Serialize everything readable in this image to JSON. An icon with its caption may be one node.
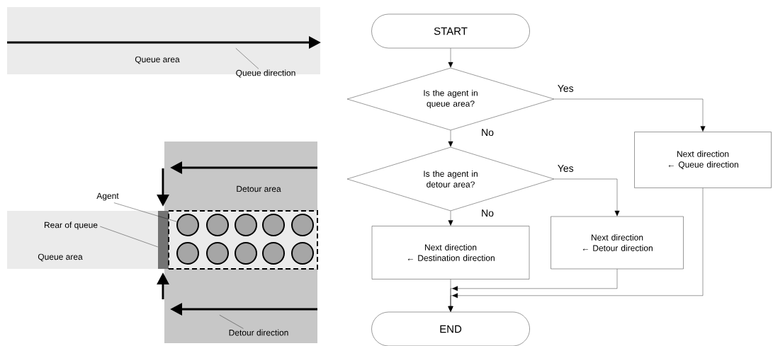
{
  "diagram": {
    "nodes": [
      {
        "text": [
          "Queue area"
        ]
      },
      {
        "text": [],
        "shape": "arrow",
        "in": 0
      },
      {
        "text": [
          "Queue direction"
        ]
      },
      {
        "text": [
          "Detour area"
        ]
      },
      {
        "text": [
          "Agent"
        ]
      },
      {
        "text": [
          "Queue area"
        ]
      },
      {
        "text": [
          "Rear of queue"
        ],
        "in": 5
      },
      {
        "text": [],
        "shape": "bar"
      },
      {
        "text": [],
        "shape": "box",
        "in": 3
      },
      {
        "text": [],
        "shape": "circle",
        "in": 8
      },
      {
        "text": [],
        "shape": "circle",
        "in": 8
      },
      {
        "text": [],
        "shape": "circle",
        "in": 8
      },
      {
        "text": [],
        "shape": "circle",
        "in": 8
      },
      {
        "text": [],
        "shape": "circle",
        "in": 8
      },
      {
        "text": [],
        "shape": "circle",
        "in": 8
      },
      {
        "text": [],
        "shape": "circle",
        "in": 8
      },
      {
        "text": [],
        "shape": "circle",
        "in": 8
      },
      {
        "text": [],
        "shape": "circle",
        "in": 8
      },
      {
        "text": [],
        "shape": "circle",
        "in": 8
      },
      {
        "text": [],
        "shape": "arrow",
        "in": 3
      },
      {
        "text": [
          "Detour direction"
        ],
        "in": 3
      },
      {
        "text": [
          "START"
        ]
      },
      {
        "text": [
          "Is the agent in queue area?"
        ]
      },
      {
        "text": [
          "Is the agent in detour area?"
        ]
      },
      {
        "text": [
          "Next direction ← Queue direction"
        ]
      },
      {
        "text": [
          "Next direction ← Destination direction"
        ]
      },
      {
        "text": [
          "Next direction ← Detour direction"
        ]
      },
      {
        "text": [
          "END"
        ]
      },
      {
        "text": [],
        "shape": "arrow"
      },
      {
        "text": [],
        "shape": "arrow"
      },
      {
        "text": [],
        "shape": "arrow",
        "in": 3
      }
    ],
    "edges": [
      {
        "from": 2,
        "to": 1,
        "arrow": "none"
      },
      {
        "from": 4,
        "to": 9,
        "arrow": "none"
      },
      {
        "from": 6,
        "to": 7,
        "arrow": "none"
      },
      {
        "from": 20,
        "to": 30,
        "arrow": "none"
      },
      {
        "from": 21,
        "to": 22,
        "arrow": "to"
      },
      {
        "from": 22,
        "to": 24,
        "arrow": "to",
        "label": "Yes"
      },
      {
        "from": 22,
        "to": 23,
        "arrow": "to",
        "label": "No"
      },
      {
        "from": 23,
        "to": 26,
        "arrow": "to",
        "label": "Yes"
      },
      {
        "from": 23,
        "to": 25,
        "arrow": "to",
        "label": "No"
      },
      {
        "from": 25,
        "to": 27,
        "arrow": "to"
      },
      {
        "from": 26,
        "to": 27,
        "arrow": "to"
      },
      {
        "from": 24,
        "to": 27,
        "arrow": "to"
      }
    ]
  }
}
